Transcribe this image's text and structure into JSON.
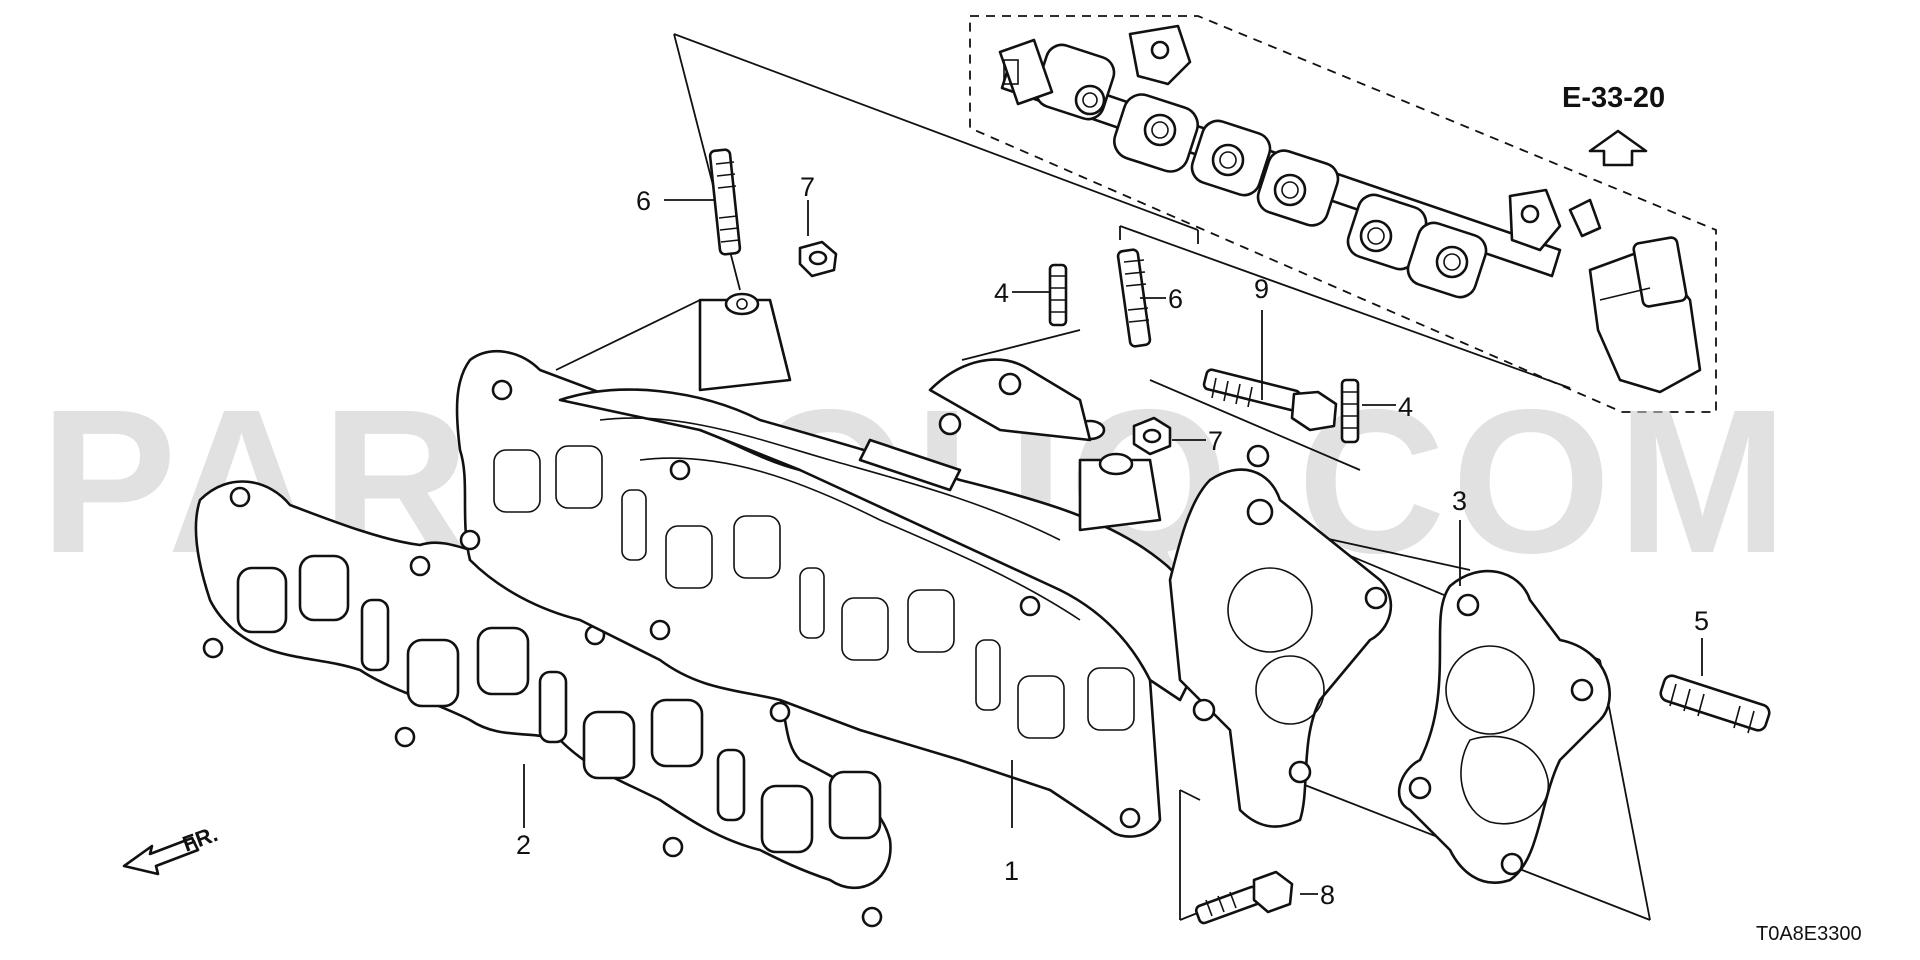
{
  "watermark": "PARTSOUQ.COM",
  "reference": "E-33-20",
  "front_mark": "FR.",
  "diagram_code": "T0A8E3300",
  "callouts": {
    "c1": "1",
    "c2": "2",
    "c3": "3",
    "c4a": "4",
    "c4b": "4",
    "c5": "5",
    "c6a": "6",
    "c6b": "6",
    "c7a": "7",
    "c7b": "7",
    "c8": "8",
    "c9": "9"
  }
}
